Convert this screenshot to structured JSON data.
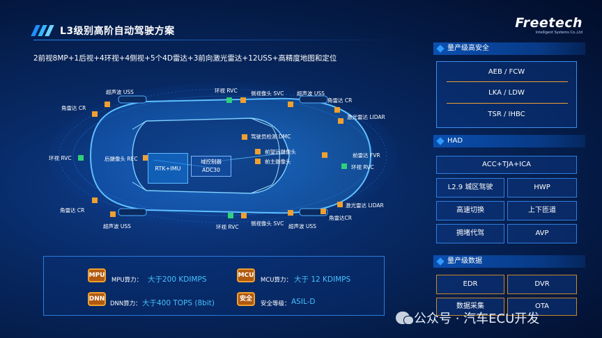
{
  "header": {
    "title": "L3级别高阶自动驾驶方案",
    "logo": "Freetech",
    "logo_sub": "Intelligent Systems Co.,Ltd",
    "subtitle": "2前视8MP+1后视+4环视+4侧视+5个4D雷达+3前向激光雷达+12USS+高精度地图和定位"
  },
  "sensors": {
    "uss_top_left": "超声波 USS",
    "rvc_top": "环视 RVC",
    "svc_top": "侧视像头 SVC",
    "uss_top_right": "超声波 USS",
    "cr_top_left": "角雷达 CR",
    "cr_top_right": "角雷达 CR",
    "lidar_top": "激光雷达  LIDAR",
    "dmc": "驾驶员检测 DMC",
    "rvc_left": "环视 RVC",
    "rec": "后摄像头 REC",
    "far_cam": "前望远摄像头",
    "main_cam": "前主摄像头",
    "fvr": "前雷达 FVR",
    "rvc_right": "环视 RVC",
    "cr_bottom_left": "角雷达 CR",
    "lidar_bottom": "激光雷达  LIDAR",
    "cr_bottom_right": "角雷达CR",
    "uss_bottom_left": "超声波 USS",
    "rvc_bottom": "环视 RVC",
    "svc_bottom": "侧视像头 SVC",
    "uss_bottom_right": "超声波 USS",
    "rtk": "RTK+IMU",
    "adc_line1": "域控制器",
    "adc_line2": "ADC30"
  },
  "compute": {
    "mpu_icon": "MPU",
    "mpu_label": "MPU算力：",
    "mpu_value": "大于200 KDIMPS",
    "mcu_icon": "MCU",
    "mcu_label": "MCU算力：",
    "mcu_value": "大于 12 KDIMPS",
    "dnn_icon": "DNN",
    "dnn_label": "DNN算力：",
    "dnn_value": "大于400 TOPS (8bit)",
    "safety_icon": "安全",
    "safety_label": "安全等级：",
    "safety_value": "ASIL-D"
  },
  "panel": {
    "safety_head": "量产级高安全",
    "aeb": "AEB / FCW",
    "lka": "LKA / LDW",
    "tsr": "TSR / IHBC",
    "had_head": "HAD",
    "acc": "ACC+TJA+ICA",
    "l29": "L2.9  城区驾驶",
    "hwp": "HWP",
    "highway_switch": "高速切换",
    "ramp": "上下匝道",
    "traffic_jam": "拥堵代驾",
    "avp": "AVP",
    "data_head": "量产级数据",
    "edr": "EDR",
    "dvr": "DVR",
    "data_collect": "数据采集",
    "ota": "OTA"
  },
  "watermark": "公众号 · 汽车ECU开发",
  "colors": {
    "accent_blue": "#2f9bff",
    "value_blue": "#47c2ff",
    "orange": "#f0a030",
    "green": "#2fd17a"
  }
}
